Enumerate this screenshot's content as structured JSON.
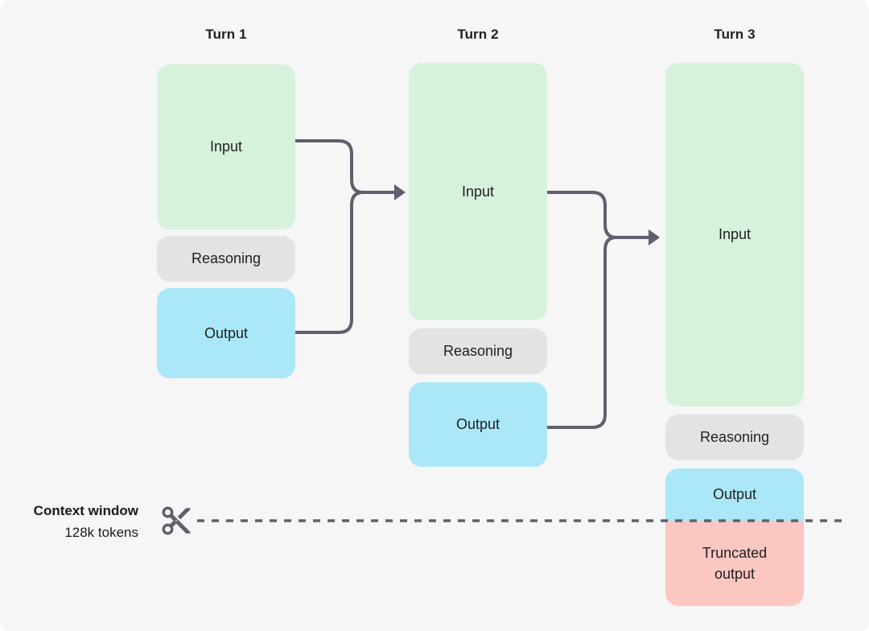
{
  "diagram": {
    "title_hint": "Context window truncation across turns",
    "turns": [
      {
        "label": "Turn 1",
        "boxes": [
          {
            "name": "input",
            "label": "Input"
          },
          {
            "name": "reasoning",
            "label": "Reasoning"
          },
          {
            "name": "output",
            "label": "Output"
          }
        ]
      },
      {
        "label": "Turn 2",
        "boxes": [
          {
            "name": "input",
            "label": "Input"
          },
          {
            "name": "reasoning",
            "label": "Reasoning"
          },
          {
            "name": "output",
            "label": "Output"
          }
        ]
      },
      {
        "label": "Turn 3",
        "boxes": [
          {
            "name": "input",
            "label": "Input"
          },
          {
            "name": "reasoning",
            "label": "Reasoning"
          },
          {
            "name": "output",
            "label": "Output"
          },
          {
            "name": "truncated-output",
            "label": "Truncated output"
          }
        ]
      }
    ],
    "context_window": {
      "title": "Context window",
      "subtitle": "128k tokens"
    },
    "icons": [
      {
        "name": "scissors-icon",
        "meaning": "cut at context window limit"
      },
      {
        "name": "merge-arrow-icon",
        "meaning": "input + output feed next turn input"
      }
    ],
    "colors": {
      "background": "#f6f6f6",
      "input": "#d6f2db",
      "reasoning": "#e3e3e3",
      "output": "#aae8f8",
      "truncated": "#fcc7c1",
      "line": "#5f5f6d",
      "text": "#1f1f1f"
    }
  }
}
